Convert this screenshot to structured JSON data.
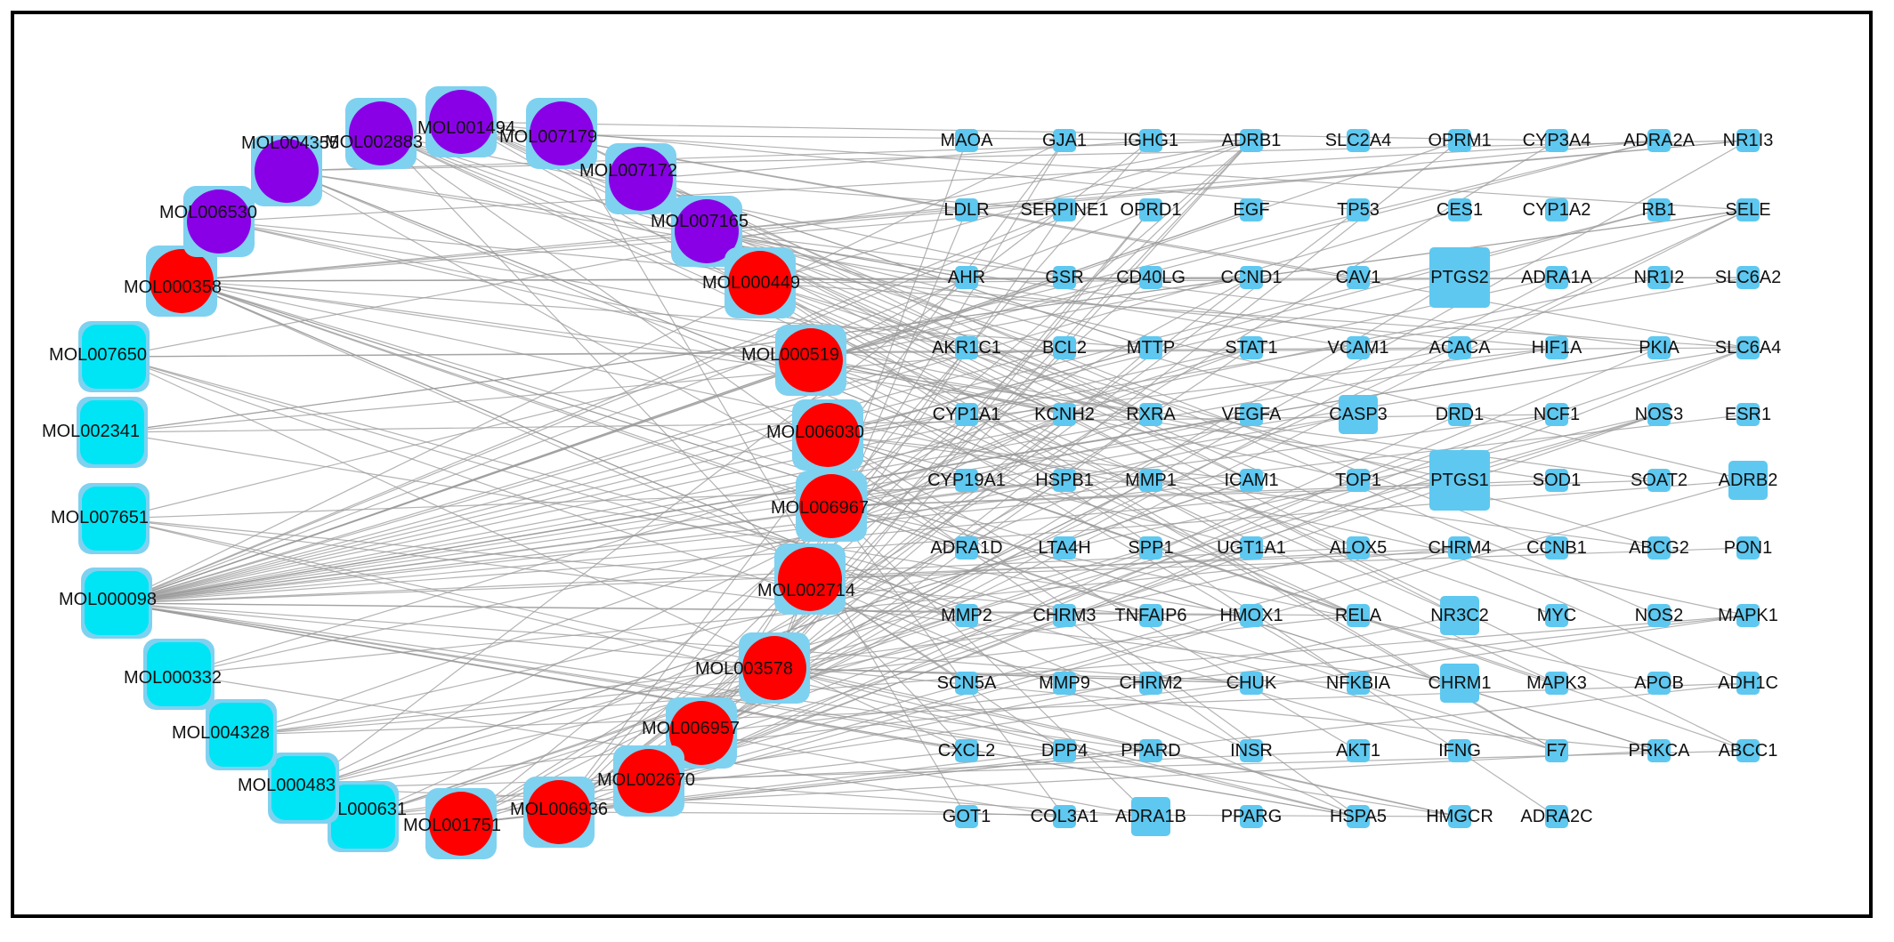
{
  "colors": {
    "background": "#ffffff",
    "edge": "#9a9a9a",
    "target_box": "#5ec8f0",
    "mol_cyan": "#00e5f5",
    "mol_red": "#ff0000",
    "mol_purple": "#8a00e6",
    "mol_halo": "#7fd1f0"
  },
  "compounds": [
    {
      "id": "MOL001494",
      "color": "purple"
    },
    {
      "id": "MOL007179",
      "color": "purple"
    },
    {
      "id": "MOL007172",
      "color": "purple"
    },
    {
      "id": "MOL007165",
      "color": "purple"
    },
    {
      "id": "MOL000449",
      "color": "red"
    },
    {
      "id": "MOL000519",
      "color": "red"
    },
    {
      "id": "MOL006030",
      "color": "red"
    },
    {
      "id": "MOL006967",
      "color": "red"
    },
    {
      "id": "MOL002714",
      "color": "red"
    },
    {
      "id": "MOL003578",
      "color": "red"
    },
    {
      "id": "MOL006957",
      "color": "red"
    },
    {
      "id": "MOL002670",
      "color": "red"
    },
    {
      "id": "MOL006936",
      "color": "red"
    },
    {
      "id": "MOL001751",
      "color": "red"
    },
    {
      "id": "MOL000631",
      "color": "cyan"
    },
    {
      "id": "MOL000483",
      "color": "cyan"
    },
    {
      "id": "MOL004328",
      "color": "cyan"
    },
    {
      "id": "MOL000332",
      "color": "cyan"
    },
    {
      "id": "MOL000098",
      "color": "cyan"
    },
    {
      "id": "MOL007651",
      "color": "cyan"
    },
    {
      "id": "MOL002341",
      "color": "cyan"
    },
    {
      "id": "MOL007650",
      "color": "cyan"
    },
    {
      "id": "MOL000358",
      "color": "red"
    },
    {
      "id": "MOL006530",
      "color": "purple"
    },
    {
      "id": "MOL004355",
      "color": "purple"
    },
    {
      "id": "MOL002883",
      "color": "purple"
    }
  ],
  "targets": [
    [
      "MAOA",
      "GJA1",
      "IGHG1",
      "ADRB1",
      "SLC2A4",
      "OPRM1",
      "CYP3A4",
      "ADRA2A",
      "NR1I3"
    ],
    [
      "LDLR",
      "SERPINE1",
      "OPRD1",
      "EGF",
      "TP53",
      "CES1",
      "CYP1A2",
      "RB1",
      "SELE"
    ],
    [
      "AHR",
      "GSR",
      "CD40LG",
      "CCND1",
      "CAV1",
      "PTGS2",
      "ADRA1A",
      "NR1I2",
      "SLC6A2"
    ],
    [
      "AKR1C1",
      "BCL2",
      "MTTP",
      "STAT1",
      "VCAM1",
      "ACACA",
      "HIF1A",
      "PKIA",
      "SLC6A4"
    ],
    [
      "CYP1A1",
      "KCNH2",
      "RXRA",
      "VEGFA",
      "CASP3",
      "DRD1",
      "NCF1",
      "NOS3",
      "ESR1"
    ],
    [
      "CYP19A1",
      "HSPB1",
      "MMP1",
      "ICAM1",
      "TOP1",
      "PTGS1",
      "SOD1",
      "SOAT2",
      "ADRB2"
    ],
    [
      "ADRA1D",
      "LTA4H",
      "SPP1",
      "UGT1A1",
      "ALOX5",
      "CHRM4",
      "CCNB1",
      "ABCG2",
      "PON1"
    ],
    [
      "MMP2",
      "CHRM3",
      "TNFAIP6",
      "HMOX1",
      "RELA",
      "NR3C2",
      "MYC",
      "NOS2",
      "MAPK1"
    ],
    [
      "SCN5A",
      "MMP9",
      "CHRM2",
      "CHUK",
      "NFKBIA",
      "CHRM1",
      "MAPK3",
      "APOB",
      "ADH1C"
    ],
    [
      "CXCL2",
      "DPP4",
      "PPARD",
      "INSR",
      "AKT1",
      "IFNG",
      "F7",
      "PRKCA",
      "ABCC1"
    ],
    [
      "GOT1",
      "COL3A1",
      "ADRA1B",
      "PPARG",
      "HSPA5",
      "HMGCR",
      "ADRA2C"
    ]
  ],
  "large_targets": [
    "PTGS2",
    "PTGS1"
  ],
  "medium_targets": [
    "ADRB2",
    "NR3C2",
    "CHRM1",
    "ADRA1B",
    "CASP3"
  ]
}
